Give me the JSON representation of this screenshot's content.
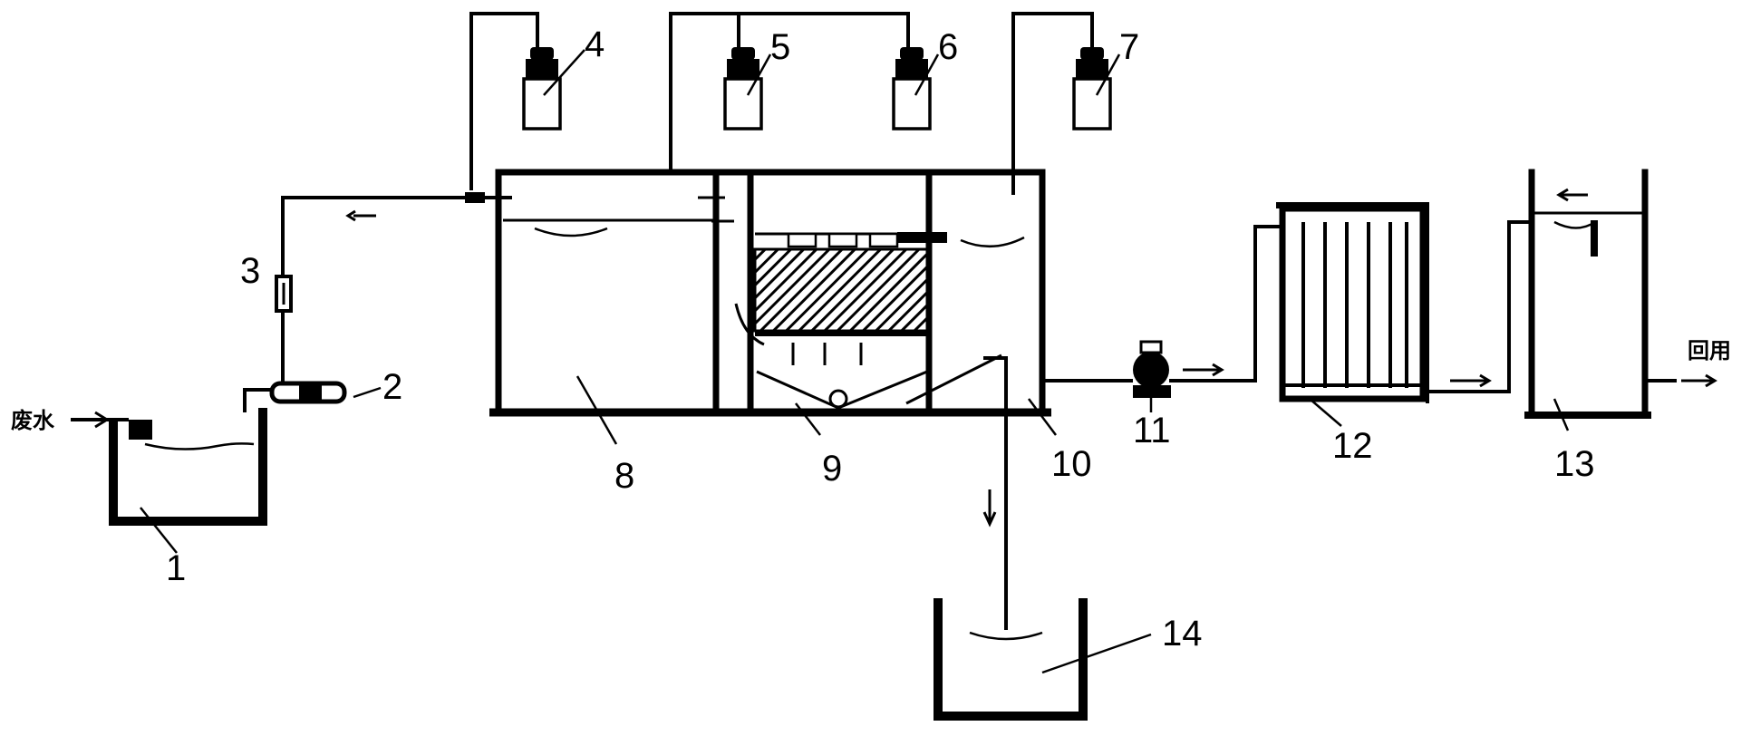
{
  "labels": {
    "n1": "1",
    "n2": "2",
    "n3": "3",
    "n4": "4",
    "n5": "5",
    "n6": "6",
    "n7": "7",
    "n8": "8",
    "n9": "9",
    "n10": "10",
    "n11": "11",
    "n12": "12",
    "n13": "13",
    "n14": "14",
    "inlet": "废水",
    "outlet": "回用"
  }
}
